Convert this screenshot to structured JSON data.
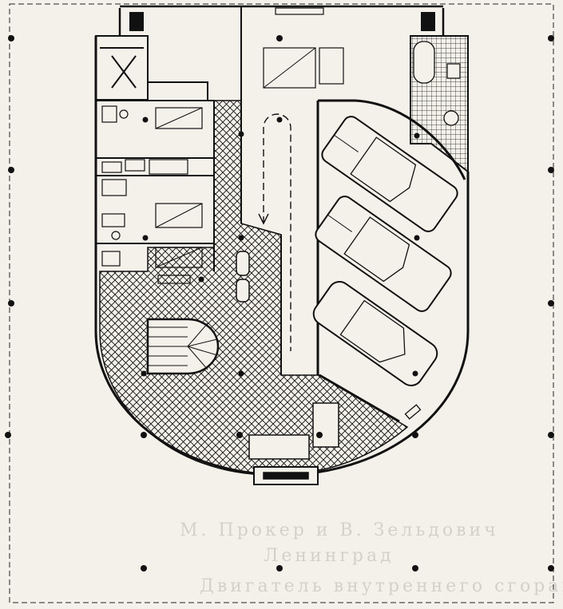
{
  "figure": {
    "type": "architectural-floor-plan",
    "subject": "ground floor plan, curved glazed wall, ramp, spiral stair, three parked cars",
    "columns_grid": "5 x 6 pilotis grid",
    "has_hatched_hall": true,
    "cars_count": 3
  },
  "bleed_through": {
    "line_1": "М. Прокер и В. Зельдович",
    "line_2": "Ленинград",
    "line_3": "Двигатель внутреннего сгорания"
  },
  "colors": {
    "paper": "#f4f1ea",
    "ink": "#111111"
  }
}
